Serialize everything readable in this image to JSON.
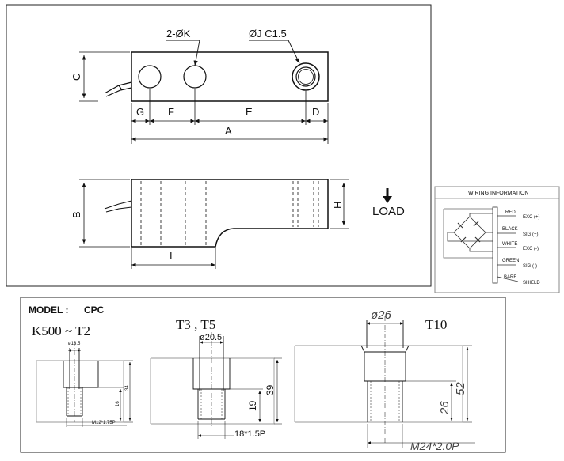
{
  "top_drawing": {
    "hole_callout": "2-ØK",
    "counterbore_callout": "ØJ C1.5",
    "dim_c": "C",
    "dim_g": "G",
    "dim_f": "F",
    "dim_e": "E",
    "dim_d": "D",
    "dim_a": "A",
    "dim_b": "B",
    "dim_h": "H",
    "dim_i": "I",
    "load_label": "LOAD"
  },
  "wiring": {
    "title": "WIRING INFORMATION",
    "wires": [
      {
        "color_name": "RED",
        "signal": "EXC (+)"
      },
      {
        "color_name": "BLACK",
        "signal": "SIG (+)"
      },
      {
        "color_name": "WHITE",
        "signal": "EXC (-)"
      },
      {
        "color_name": "GREEN",
        "signal": "SIG (-)"
      },
      {
        "color_name": "BARE",
        "signal": "SHIELD"
      }
    ]
  },
  "bottom_panel": {
    "model_prefix": "MODEL :",
    "model_name": "CPC",
    "sections": [
      {
        "title": "K500 ~ T2",
        "diameter": "ø13.5",
        "height_total": "34",
        "height_thread": "16",
        "thread": "M12*1.75P"
      },
      {
        "title": "T3 , T5",
        "diameter": "ø20.5",
        "height_total": "39",
        "height_thread": "19",
        "thread": "18*1.5P"
      },
      {
        "title": "T10",
        "diameter": "ø26",
        "height_total": "52",
        "height_thread": "26",
        "thread": "M24*2.0P"
      }
    ]
  }
}
